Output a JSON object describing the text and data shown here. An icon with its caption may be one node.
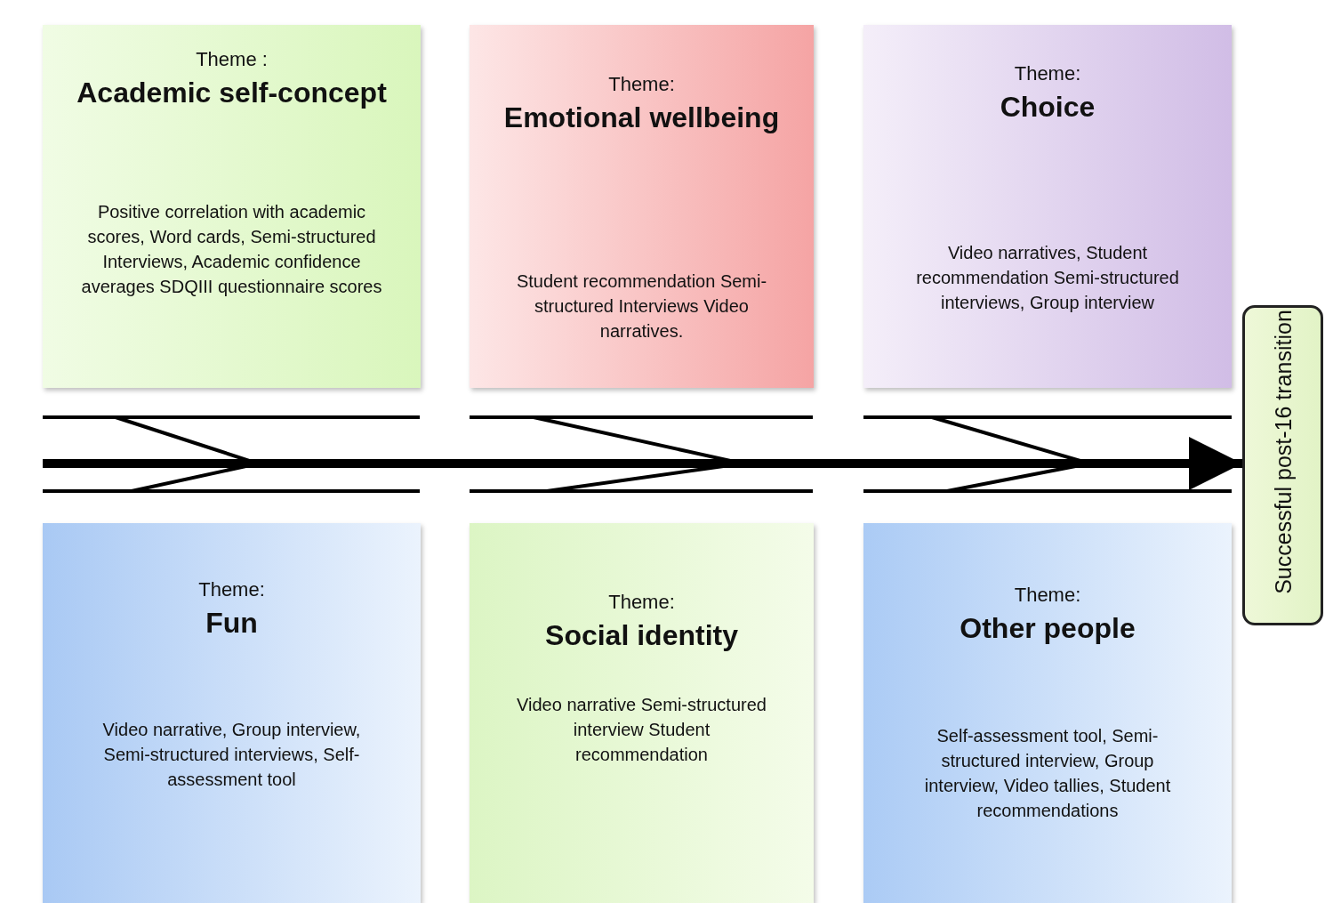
{
  "diagram": {
    "nodes": [
      {
        "text": [
          "Theme :",
          "Academic self-concept",
          "Positive correlation with academic scores, Word cards, Semi-structured Interviews, Academic confidence averages SDQIII questionnaire scores"
        ]
      },
      {
        "text": [
          "Theme:",
          "Emotional wellbeing",
          "Student recommendation Semi- structured Interviews Video narratives."
        ]
      },
      {
        "text": [
          "Theme:",
          "Choice",
          "Video narratives, Student recommendation Semi-structured interviews, Group interview"
        ]
      },
      {
        "text": [
          "Theme:",
          "Fun",
          "Video narrative, Group interview, Semi-structured interviews, Self-assessment tool"
        ]
      },
      {
        "text": [
          "Theme:",
          "Social identity",
          "Video narrative Semi-structured interview Student recommendation"
        ]
      },
      {
        "text": [
          "Theme:",
          "Other people",
          "Self-assessment tool, Semi-structured interview, Group interview, Video tallies, Student recommendations"
        ]
      },
      {
        "text": [
          "Successful post-16 transition"
        ]
      }
    ],
    "edges": [
      {
        "from": null,
        "to": 6,
        "arrow": "to"
      }
    ]
  }
}
